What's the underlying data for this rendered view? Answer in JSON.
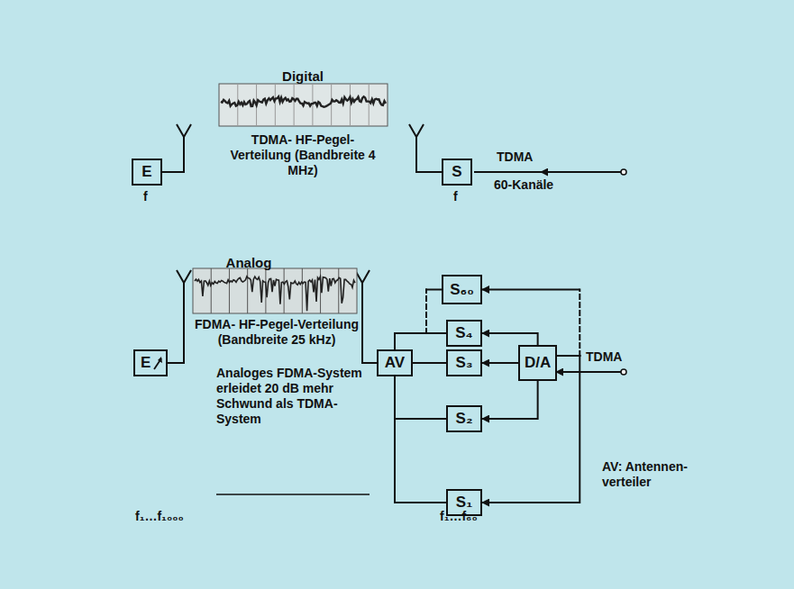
{
  "diagram": {
    "nodes": [
      {
        "text": [
          "E"
        ]
      },
      {
        "text": [
          "S"
        ]
      },
      {
        "text": [
          "E"
        ]
      },
      {
        "text": [
          "AV"
        ]
      },
      {
        "text": [
          "S₆₀"
        ]
      },
      {
        "text": [
          "S₄"
        ]
      },
      {
        "text": [
          "S₃"
        ]
      },
      {
        "text": [
          "S₂"
        ]
      },
      {
        "text": [
          "S₁"
        ]
      },
      {
        "text": [
          "D/A"
        ]
      }
    ],
    "edges": [
      {
        "from": 3,
        "to": 4,
        "arrow": "none"
      },
      {
        "from": 3,
        "to": 5,
        "arrow": "none"
      },
      {
        "from": 3,
        "to": 6,
        "arrow": "none"
      },
      {
        "from": 3,
        "to": 7,
        "arrow": "none"
      },
      {
        "from": 3,
        "to": 8,
        "arrow": "none"
      },
      {
        "from": 9,
        "to": 4,
        "arrow": "to"
      },
      {
        "from": 9,
        "to": 5,
        "arrow": "to"
      },
      {
        "from": 9,
        "to": 6,
        "arrow": "to"
      },
      {
        "from": 9,
        "to": 7,
        "arrow": "to"
      },
      {
        "from": 9,
        "to": 8,
        "arrow": "to"
      }
    ],
    "labels": [
      "Digital",
      "TDMA- HF-Pegel-Verteilung (Bandbreite 4 MHz)",
      "f",
      "f",
      "TDMA",
      "60-Kanäle",
      "Analog",
      "FDMA- HF-Pegel-Verteilung (Bandbreite 25 kHz)",
      "Analoges FDMA-System erleidet 20 dB mehr Schwund als TDMA-System",
      "f₁…f₁₀₀₀",
      "f₁…f₆₀",
      "TDMA",
      "AV: Antennen- verteiler"
    ]
  }
}
